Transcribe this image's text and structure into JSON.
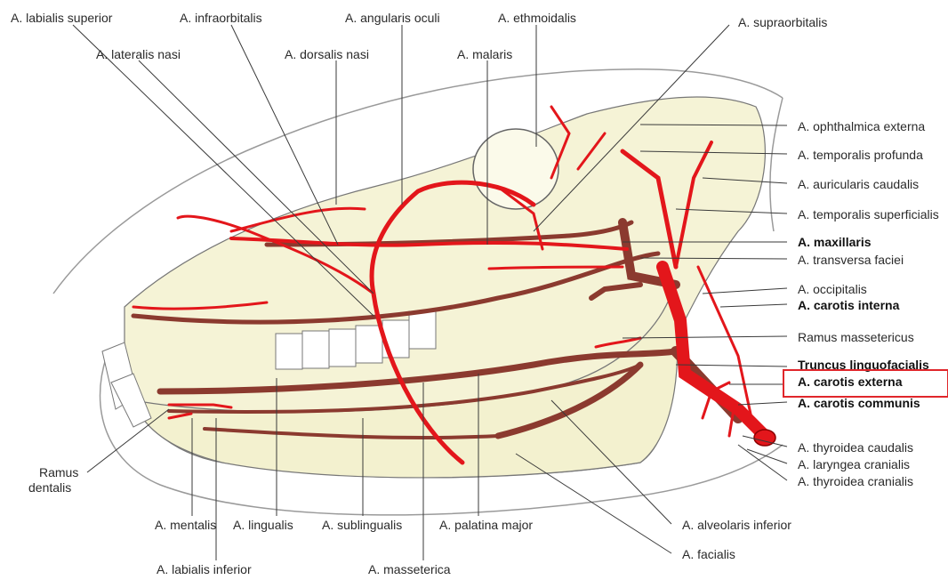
{
  "labels": {
    "labialis_superior": "A. labialis superior",
    "infraorbitalis": "A. infraorbitalis",
    "angularis_oculi": "A. angularis oculi",
    "ethmoidalis": "A. ethmoidalis",
    "supraorbitalis": "A. supraorbitalis",
    "lateralis_nasi": "A. lateralis nasi",
    "dorsalis_nasi": "A. dorsalis nasi",
    "malaris": "A. malaris",
    "ophthalmica_externa": "A. ophthalmica externa",
    "temporalis_profunda": "A. temporalis profunda",
    "auricularis_caudalis": "A. auricularis caudalis",
    "temporalis_superficialis": "A. temporalis superficialis",
    "maxillaris": "A. maxillaris",
    "transversa_faciei": "A. transversa faciei",
    "occipitalis": "A. occipitalis",
    "carotis_interna": "A. carotis interna",
    "ramus_massetericus": "Ramus massetericus",
    "truncus_linguofacialis": "Truncus linguofacialis",
    "carotis_externa": "A. carotis externa",
    "carotis_communis": "A. carotis communis",
    "thyroidea_caudalis": "A. thyroidea caudalis",
    "laryngea_cranialis": "A. laryngea cranialis",
    "thyroidea_cranialis": "A. thyroidea cranialis",
    "ramus_dentalis_1": "Ramus",
    "ramus_dentalis_2": "dentalis",
    "mentalis": "A. mentalis",
    "lingualis": "A. lingualis",
    "sublingualis": "A. sublingualis",
    "palatina_major": "A. palatina major",
    "alveolaris_inferior": "A. alveolaris inferior",
    "facialis": "A. facialis",
    "labialis_inferior": "A. labialis inferior",
    "masseterica": "A. masseterica"
  },
  "highlight": {
    "target": "A. carotis externa",
    "color": "#e0262b"
  },
  "colors": {
    "artery": "#e3161b",
    "vein_trunk": "#8b3a2f",
    "bone": "#f5f3d6",
    "outline": "#555555"
  }
}
